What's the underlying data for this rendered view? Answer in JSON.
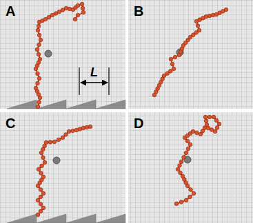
{
  "diagram": {
    "labels": [
      "A",
      "B",
      "C",
      "D",
      "L"
    ]
  }
}
